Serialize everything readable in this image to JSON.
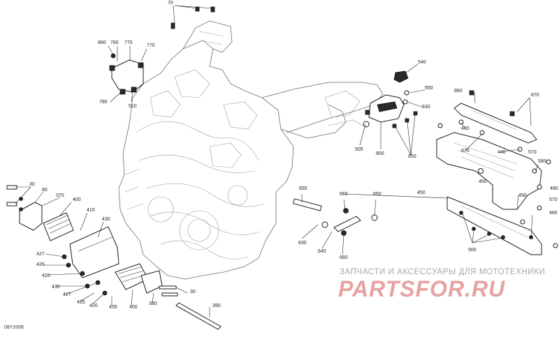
{
  "diagram": {
    "code": "08Y2006",
    "watermark": {
      "tagline": "ЗАПЧАСТИ И АКСЕССУАРЫ ДЛЯ МОТОТЕХНИКИ",
      "logo": "PARTSFOR.RU"
    },
    "callouts": [
      "70",
      "860",
      "760",
      "770",
      "770",
      "780",
      "510",
      "540",
      "550",
      "530",
      "505",
      "800",
      "850",
      "860",
      "870",
      "480",
      "870",
      "440",
      "570",
      "580",
      "460",
      "480",
      "570",
      "460",
      "490",
      "450",
      "500",
      "655",
      "660",
      "650",
      "630",
      "640",
      "660",
      "30",
      "60",
      "370",
      "400",
      "410",
      "430",
      "427",
      "426",
      "420",
      "435",
      "427",
      "425",
      "420",
      "435",
      "400",
      "30",
      "380",
      "390"
    ]
  }
}
